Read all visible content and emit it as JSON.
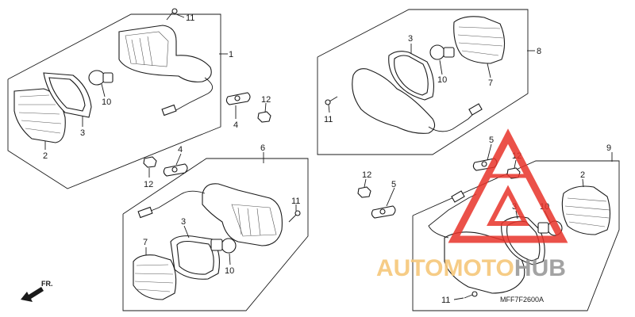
{
  "diagram": {
    "callouts": {
      "a1": "1",
      "a2": "2",
      "a3": "3",
      "a4": "4",
      "a10": "10",
      "a11": "11",
      "a12": "12",
      "b3": "3",
      "b6": "6",
      "b7": "7",
      "b10": "10",
      "b11": "11",
      "b12": "12",
      "b4": "4",
      "c3": "3",
      "c7": "7",
      "c8": "8",
      "c10": "10",
      "c11": "11",
      "c5": "5",
      "c12": "12",
      "d2": "2",
      "d3": "3",
      "d5": "5",
      "d9": "9",
      "d10": "10",
      "d11": "11",
      "d12": "12"
    },
    "direction_label": "FR.",
    "drawing_code": "MFF7F2600A",
    "watermark": {
      "part1": "AUTO",
      "part2": "MOTO",
      "part3": "HUB",
      "accent": "#e8332a",
      "text_accent": "#f6c77a"
    }
  }
}
